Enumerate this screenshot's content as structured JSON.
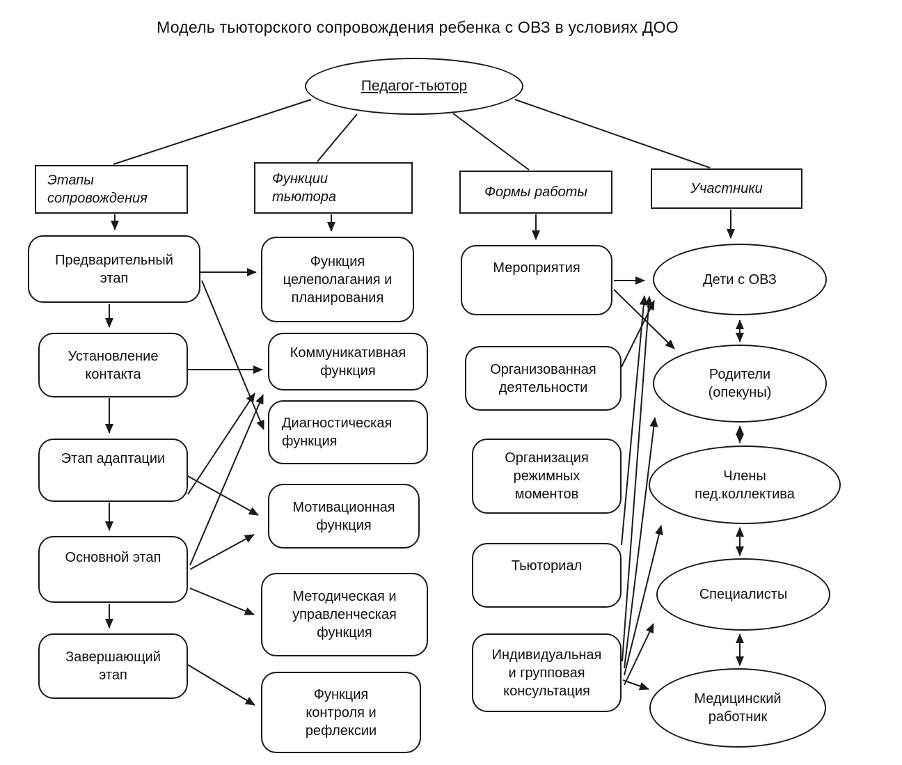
{
  "title": "Модель тьюторского сопровождения ребенка с ОВЗ в условиях ДОО",
  "root": {
    "label": "Педагог-тьютор"
  },
  "stages": {
    "header": "Этапы\nсопровождения",
    "items": [
      "Предварительный\nэтап",
      "Установление\nконтакта",
      "Этап адаптации",
      "Основной этап",
      "Завершающий\nэтап"
    ]
  },
  "functions": {
    "header": "Функции\nтьютора",
    "items": [
      "Функция\nцелеполагания и\nпланирования",
      "Коммуникативная\nфункция",
      "Диагностическая\nфункция",
      "Мотивационная\nфункция",
      "Методическая и\nуправленческая\nфункция",
      "Функция\nконтроля и\nрефлексии"
    ]
  },
  "forms": {
    "header": "Формы работы",
    "items": [
      "Мероприятия",
      "Организованная\nдеятельности",
      "Организация\nрежимных\nмоментов",
      "Тьюториал",
      "Индивидуальная\nи групповая\nконсультация"
    ]
  },
  "participants": {
    "header": "Участники",
    "items": [
      "Дети с ОВЗ",
      "Родители\n(опекуны)",
      "Члены\nпед.коллектива",
      "Специалисты",
      "Медицинский\nработник"
    ]
  },
  "colors": {
    "ink": "#1a1a1a",
    "background": "#ffffff"
  }
}
